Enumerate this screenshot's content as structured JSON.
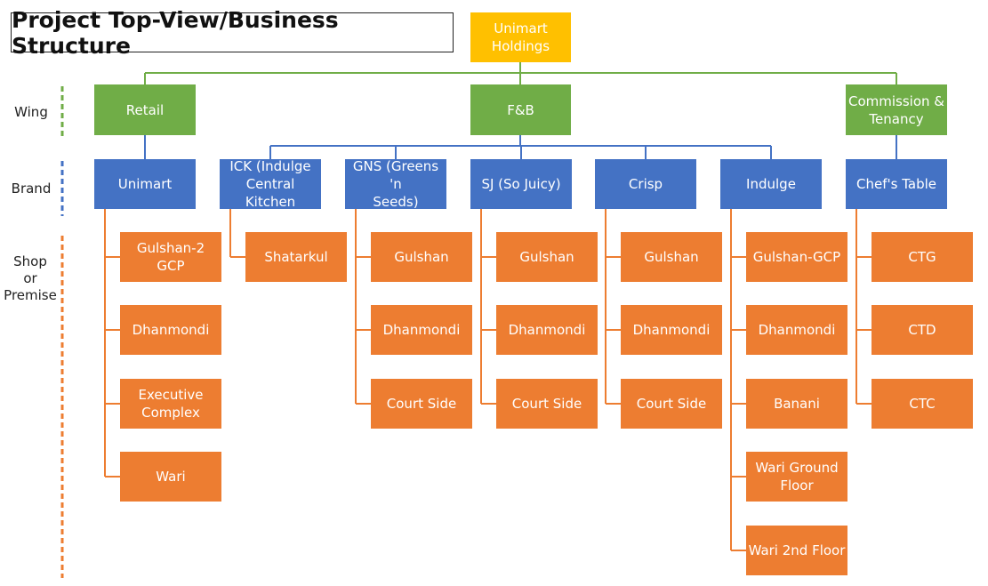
{
  "title": "Project Top-View/Business Structure",
  "levels": {
    "wing": "Wing",
    "brand": "Brand",
    "shop": "Shop\nor\nPremise"
  },
  "root": {
    "label": "Unimart\nHoldings"
  },
  "wings": [
    {
      "label": "Retail"
    },
    {
      "label": "F&B"
    },
    {
      "label": "Commission &\nTenancy"
    }
  ],
  "brands": [
    {
      "label": "Unimart",
      "shops": [
        "Gulshan-2 GCP",
        "Dhanmondi",
        "Executive\nComplex",
        "Wari"
      ]
    },
    {
      "label": "ICK (Indulge\nCentral Kitchen",
      "shops": [
        "Shatarkul"
      ]
    },
    {
      "label": "GNS (Greens 'n\nSeeds)",
      "shops": [
        "Gulshan",
        "Dhanmondi",
        "Court Side"
      ]
    },
    {
      "label": "SJ (So Juicy)",
      "shops": [
        "Gulshan",
        "Dhanmondi",
        "Court Side"
      ]
    },
    {
      "label": "Crisp",
      "shops": [
        "Gulshan",
        "Dhanmondi",
        "Court Side"
      ]
    },
    {
      "label": "Indulge",
      "shops": [
        "Gulshan-GCP",
        "Dhanmondi",
        "Banani",
        "Wari Ground\nFloor",
        "Wari 2nd Floor"
      ]
    },
    {
      "label": "Chef's Table",
      "shops": [
        "CTG",
        "CTD",
        "CTC"
      ]
    }
  ],
  "colors": {
    "root": "#ffc000",
    "wing": "#70ad47",
    "brand": "#4472c4",
    "shop": "#ed7d31"
  }
}
